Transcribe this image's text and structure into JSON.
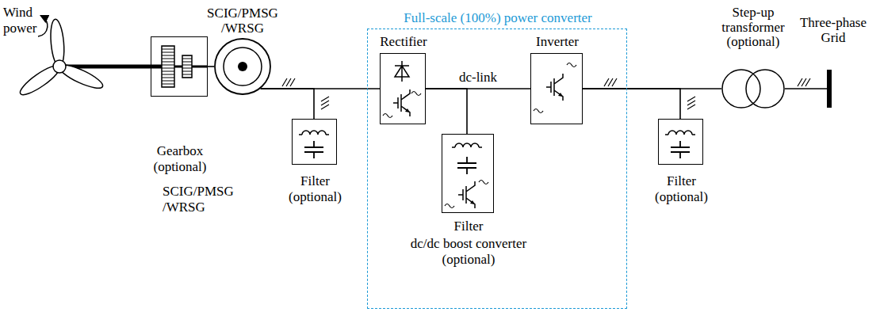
{
  "diagram": {
    "nodes": [
      {
        "text": [
          "Gearbox (optional)"
        ]
      },
      {
        "text": [
          "SCIG/PMSG /WRSG"
        ]
      },
      {
        "text": [
          "Filter (optional)"
        ]
      },
      {
        "text": [
          "Full-scale (100%) power converter"
        ]
      },
      {
        "text": [
          "Rectifier"
        ],
        "in": 3
      },
      {
        "text": [
          "Filter",
          "dc/dc boost converter (optional)"
        ],
        "in": 3
      },
      {
        "text": [
          "Inverter"
        ],
        "in": 3
      },
      {
        "text": [
          "Filter (optional)"
        ]
      },
      {
        "text": [
          "Step-up transformer (optional)"
        ]
      },
      {
        "text": [
          "Three-phase Grid"
        ]
      }
    ],
    "edges": [
      {
        "from": 0,
        "to": 1,
        "arrow": "none"
      },
      {
        "from": 1,
        "to": 4,
        "arrow": "none"
      },
      {
        "from": 1,
        "to": 2,
        "arrow": "none"
      },
      {
        "from": 4,
        "to": 6,
        "arrow": "none",
        "label": "dc-link"
      },
      {
        "from": 4,
        "to": 5,
        "arrow": "none"
      },
      {
        "from": 6,
        "to": 8,
        "arrow": "none"
      },
      {
        "from": 6,
        "to": 7,
        "arrow": "none"
      },
      {
        "from": 8,
        "to": 9,
        "arrow": "none"
      }
    ],
    "labels": [
      "Wind power",
      "SCIG/PMSG /WRSG"
    ]
  }
}
